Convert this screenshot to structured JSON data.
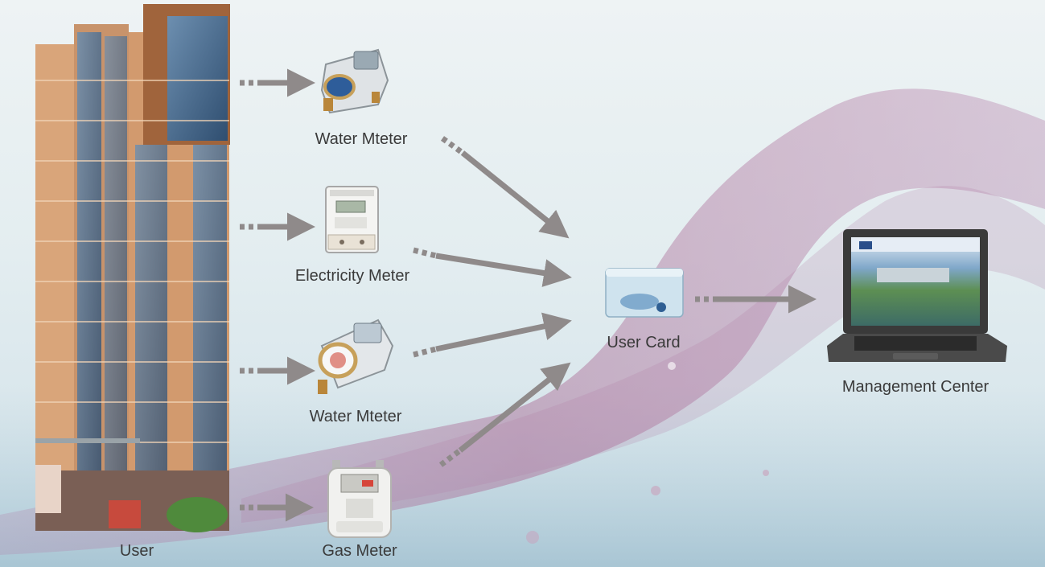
{
  "nodes": {
    "user": {
      "label": "User"
    },
    "water_meter_top": {
      "label": "Water Mteter"
    },
    "electricity_meter": {
      "label": "Electricity Meter"
    },
    "water_meter_bottom": {
      "label": "Water Mteter"
    },
    "gas_meter": {
      "label": "Gas Meter"
    },
    "user_card": {
      "label": "User Card"
    },
    "management_center": {
      "label": "Management Center"
    }
  },
  "colors": {
    "arrow": "#8f8a8a",
    "wave": "#a86a96",
    "building_main": "#d9a57a",
    "glass": "#3b5f83"
  }
}
